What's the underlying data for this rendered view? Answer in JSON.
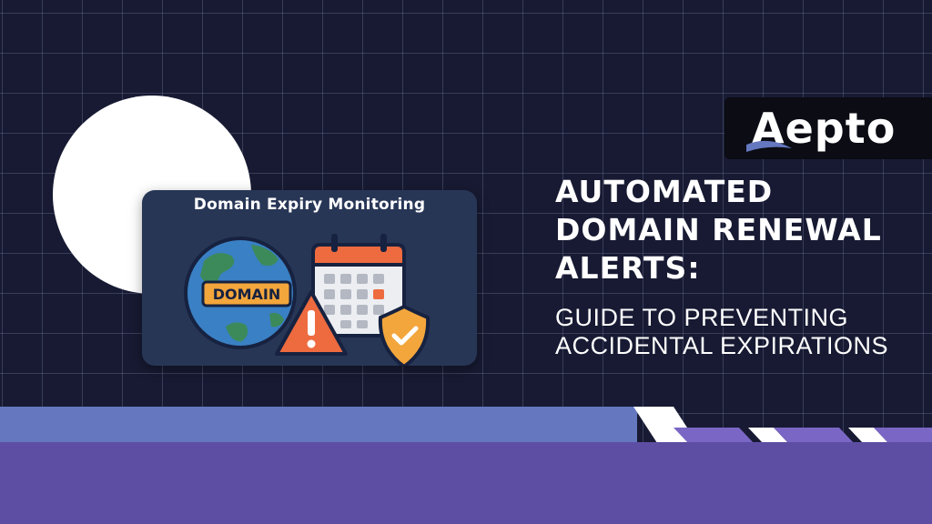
{
  "card": {
    "title": "Domain Expiry Monitoring",
    "badge": "DOMAIN"
  },
  "logo": {
    "text": "Aepto"
  },
  "headline": {
    "lines": [
      "AUTOMATED",
      "DOMAIN RENEWAL",
      "ALERTS:"
    ]
  },
  "subheadline": {
    "lines": [
      "GUIDE TO PREVENTING",
      "ACCIDENTAL EXPIRATIONS"
    ]
  },
  "icons": [
    "globe-icon",
    "calendar-icon",
    "warning-icon",
    "shield-check-icon"
  ],
  "colors": {
    "background": "#171a32",
    "card": "#283656",
    "accent_orange": "#ee6b3f",
    "accent_amber": "#f3a63c",
    "band_blue": "#6477bf",
    "band_purple": "#5d4ea3"
  }
}
